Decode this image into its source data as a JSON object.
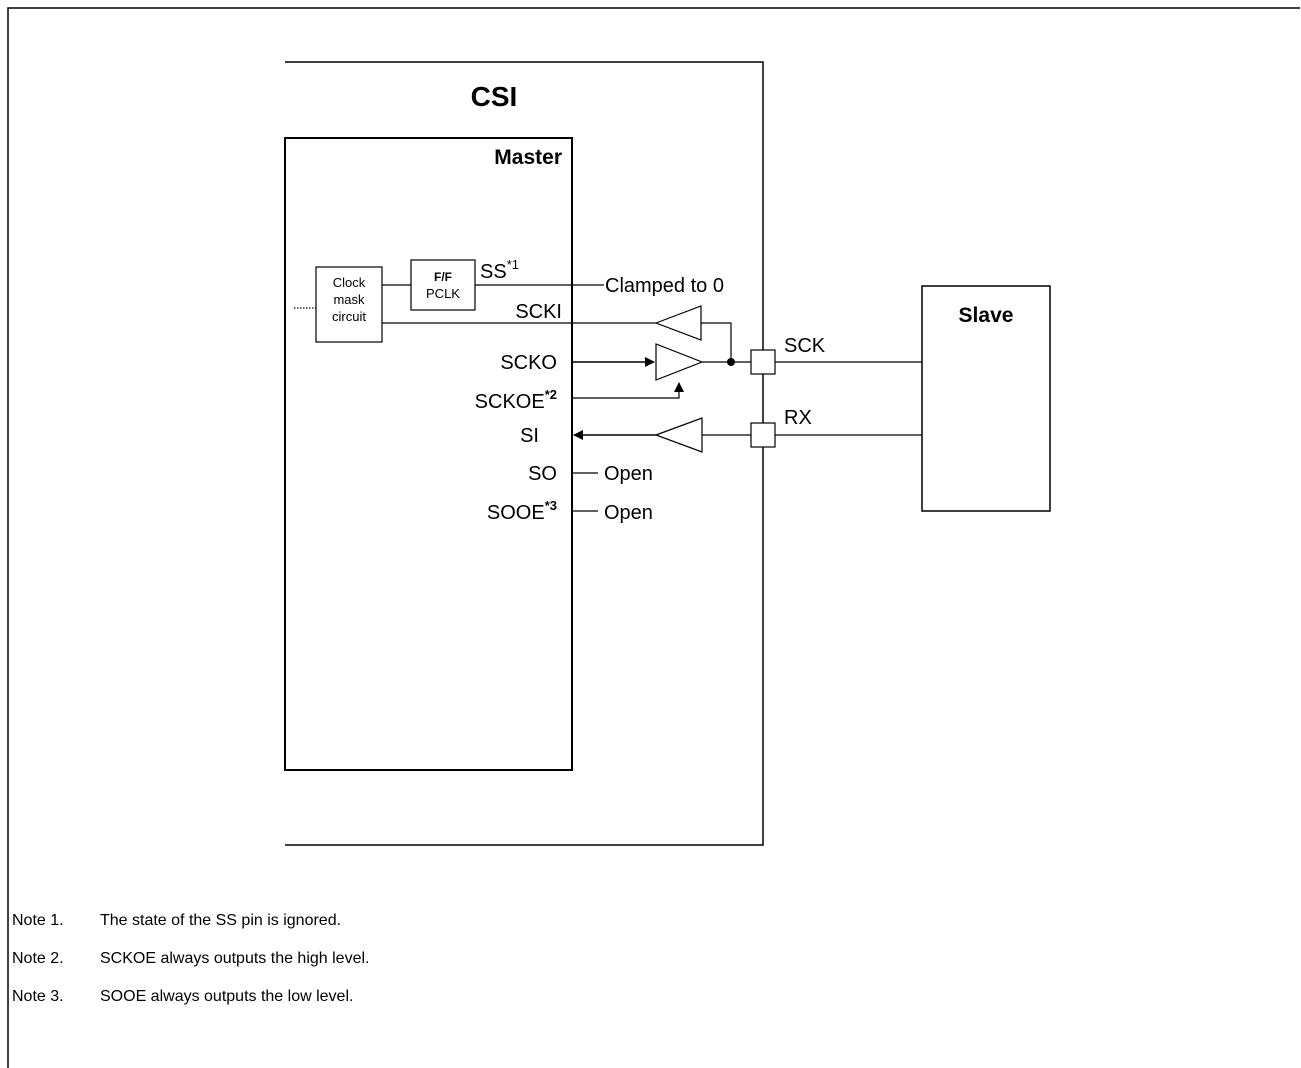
{
  "diagram": {
    "csi_title": "CSI",
    "master_label": "Master",
    "slave_label": "Slave",
    "clock_mask": {
      "line1": "Clock",
      "line2": "mask",
      "line3": "circuit"
    },
    "ff": {
      "title": "F/F",
      "sub": "PCLK"
    },
    "signals": {
      "ss": "SS",
      "ss_sup": "*1",
      "scki": "SCKI",
      "scko": "SCKO",
      "sckoe": "SCKOE",
      "sckoe_sup": "*2",
      "si": "SI",
      "so": "SO",
      "sooe": "SOOE",
      "sooe_sup": "*3"
    },
    "clamped": "Clamped to 0",
    "so_open": "Open",
    "sooe_open": "Open",
    "pins": {
      "sck": "SCK",
      "rx": "RX"
    }
  },
  "notes": [
    {
      "num": "Note 1.",
      "text": "The state of the SS pin is ignored."
    },
    {
      "num": "Note 2.",
      "text": "SCKOE always outputs the high level."
    },
    {
      "num": "Note 3.",
      "text": "SOOE always outputs the low level."
    }
  ]
}
